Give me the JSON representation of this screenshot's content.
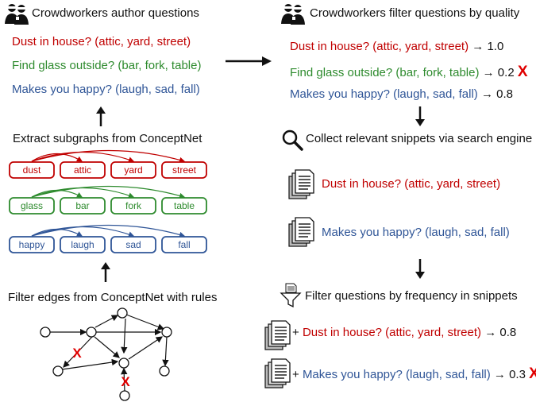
{
  "left": {
    "author_heading": "Crowdworkers author questions",
    "questions": [
      {
        "text": "Dust in house? (attic, yard, street)",
        "color": "#c00000"
      },
      {
        "text": "Find glass outside? (bar, fork, table)",
        "color": "#2e8b2e"
      },
      {
        "text": "Makes you happy? (laugh, sad, fall)",
        "color": "#2f5597"
      }
    ],
    "extract_heading": "Extract subgraphs from ConceptNet",
    "subgraph_rows": [
      {
        "color": "#c00000",
        "nodes": [
          "dust",
          "attic",
          "yard",
          "street"
        ]
      },
      {
        "color": "#2e8b2e",
        "nodes": [
          "glass",
          "bar",
          "fork",
          "table"
        ]
      },
      {
        "color": "#2f5597",
        "nodes": [
          "happy",
          "laugh",
          "sad",
          "fall"
        ]
      }
    ],
    "filter_edges_heading": "Filter edges from ConceptNet with rules"
  },
  "right": {
    "quality_heading": "Crowdworkers filter questions by quality",
    "scored_questions": [
      {
        "text": "Dust in house? (attic, yard, street)",
        "score": "→ 1.0",
        "rejected": false
      },
      {
        "text": "Find glass outside? (bar, fork, table)",
        "score": "→ 0.2",
        "rejected": true
      },
      {
        "text": "Makes you happy? (laugh, sad, fall)",
        "score": "→ 0.8",
        "rejected": false
      }
    ],
    "reject_mark": "X",
    "snippets_heading": "Collect relevant snippets via search engine",
    "snippet_questions": [
      "Dust in house? (attic, yard, street)",
      "Makes you happy? (laugh, sad, fall)"
    ],
    "frequency_heading": "Filter questions by frequency in snippets",
    "plus_sign": "+",
    "final_questions": [
      {
        "text": "Dust in house? (attic, yard, street)",
        "score": "→ 0.8",
        "rejected": false
      },
      {
        "text": "Makes you happy? (laugh, sad, fall)",
        "score": "→ 0.3",
        "rejected": true
      }
    ]
  },
  "icons": {
    "crowdworkers": "crowdworkers-icon",
    "search": "magnifier-icon",
    "documents": "document-stack-icon",
    "filter": "filter-funnel-icon"
  }
}
